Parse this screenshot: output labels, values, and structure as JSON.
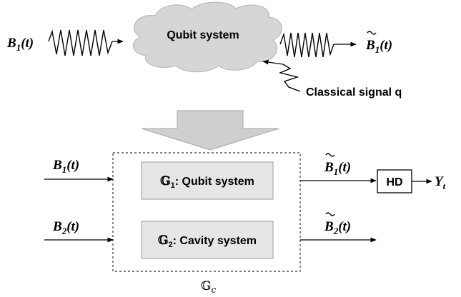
{
  "top": {
    "input_label": {
      "base": "B",
      "sub": "1",
      "arg": "(t)"
    },
    "cloud_label": "Qubit system",
    "output_label": {
      "base": "B",
      "sub": "1",
      "arg": "(t)"
    },
    "control_label": "Classical signal q"
  },
  "bottom": {
    "input1_label": {
      "base": "B",
      "sub": "1",
      "arg": "(t)"
    },
    "input2_label": {
      "base": "B",
      "sub": "2",
      "arg": "(t)"
    },
    "box1_label": {
      "sym": "𝔾",
      "sub": "1",
      "text": ": Qubit system"
    },
    "box2_label": {
      "sym": "𝔾",
      "sub": "2",
      "text": ": Cavity system"
    },
    "output1_label": {
      "base": "B",
      "sub": "1",
      "arg": "(t)"
    },
    "output2_label": {
      "base": "B",
      "sub": "2",
      "arg": "(t)"
    },
    "hd_label": "HD",
    "result_label": {
      "base": "Y",
      "sub": "t"
    },
    "composite_label": {
      "sym": "𝔾",
      "sub": "c"
    }
  },
  "colors": {
    "cloud_fill": "#d6d6d6",
    "cloud_stroke": "#bcbcbc",
    "box_fill": "#e6e6e6",
    "box_stroke": "#9a9a9a",
    "arrow_fill": "#cfcfcf",
    "arrow_stroke": "#b0b0b0",
    "line": "#000000"
  }
}
